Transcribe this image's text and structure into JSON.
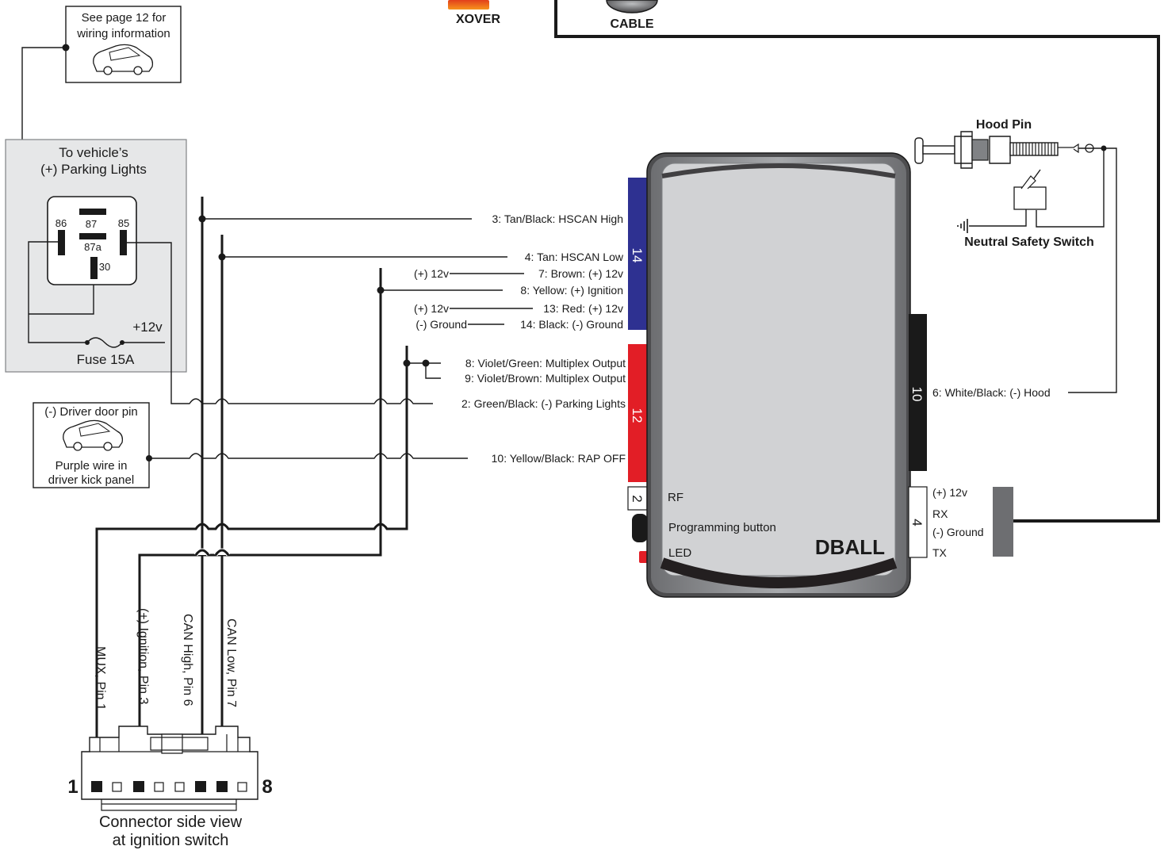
{
  "top": {
    "xover_label": "XOVER",
    "cable_label": "CABLE"
  },
  "notes": {
    "wiring_info_line1": "See page 12 for",
    "wiring_info_line2": "wiring information",
    "driver_door_pin": "(-) Driver door pin",
    "purple_wire_line1": "Purple wire in",
    "purple_wire_line2": "driver kick panel"
  },
  "relay": {
    "title_line1": "To vehicle’s",
    "title_line2": "(+) Parking Lights",
    "pin_86": "86",
    "pin_87": "87",
    "pin_85": "85",
    "pin_87a": "87a",
    "pin_30": "30",
    "supply": "+12v",
    "fuse": "Fuse 15A"
  },
  "connector14": {
    "number": "14",
    "wires": {
      "w3": "3: Tan/Black: HSCAN High",
      "w4": "4: Tan: HSCAN Low",
      "w7": "7: Brown: (+) 12v",
      "w8": "8: Yellow: (+) Ignition",
      "w13": "13: Red: (+) 12v",
      "w14": "14: Black: (-) Ground"
    },
    "side_labels": {
      "w7": "(+) 12v",
      "w13": "(+) 12v",
      "w14": "(-) Ground"
    }
  },
  "connector12": {
    "number": "12",
    "wires": {
      "w8": "8: Violet/Green: Multiplex Output",
      "w9": "9: Violet/Brown: Multiplex Output",
      "w2": "2: Green/Black: (-) Parking Lights",
      "w10": "10: Yellow/Black: RAP OFF"
    }
  },
  "connector10": {
    "number": "10",
    "w6": "6: White/Black: (-) Hood"
  },
  "connector4": {
    "number": "4",
    "pins": [
      "(+) 12v",
      "RX",
      "(-) Ground",
      "TX"
    ]
  },
  "connector2": {
    "number": "2"
  },
  "module": {
    "rf": "RF",
    "programming_button": "Programming button",
    "led": "LED",
    "name": "DBALL"
  },
  "hood": {
    "hood_pin": "Hood Pin",
    "neutral_safety_switch": "Neutral Safety Switch"
  },
  "ignition_connector": {
    "wire_labels": [
      "MUX, Pin 1",
      "(+) Ignition, Pin 3",
      "CAN High, Pin 6",
      "CAN Low, Pin 7"
    ],
    "left_pin": "1",
    "right_pin": "8",
    "caption_line1": "Connector side view",
    "caption_line2": "at ignition switch"
  },
  "colors": {
    "connector14": "#2e3191",
    "connector12": "#e21e26",
    "connector10": "#1a1a1a",
    "module_body": "#d1d2d4",
    "xover": "#f26522",
    "relay_panel": "#e6e7e8"
  }
}
